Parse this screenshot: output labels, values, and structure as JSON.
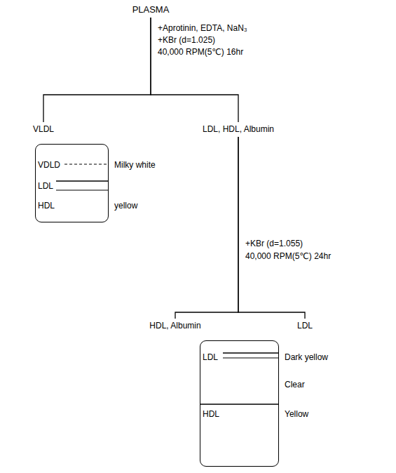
{
  "diagram": {
    "nodes": [
      {
        "text": [
          "PLASMA"
        ]
      },
      {
        "text": [
          "VLDL"
        ]
      },
      {
        "text": [
          "LDL, HDL, Albumin"
        ]
      },
      {
        "text": [
          "VDLD",
          "Milky white",
          "LDL",
          "HDL",
          "yellow"
        ]
      },
      {
        "text": [
          "HDL, Albumin"
        ]
      },
      {
        "text": [
          "LDL"
        ]
      },
      {
        "text": [
          "LDL",
          "Dark yellow",
          "Clear",
          "HDL",
          "Yellow"
        ]
      }
    ],
    "edges": [
      {
        "from": 0,
        "to": 1,
        "arrow": "none"
      },
      {
        "from": 0,
        "to": 2,
        "arrow": "none"
      },
      {
        "from": 2,
        "to": 4,
        "arrow": "none"
      },
      {
        "from": 2,
        "to": 5,
        "arrow": "none"
      }
    ],
    "labels": [
      "+Aprotinin, EDTA, NaN₃",
      "+KBr (d=1.025)",
      "40,000 RPM(5℃) 16hr",
      "+KBr (d=1.055)",
      "40,000 RPM(5℃) 24hr"
    ]
  }
}
